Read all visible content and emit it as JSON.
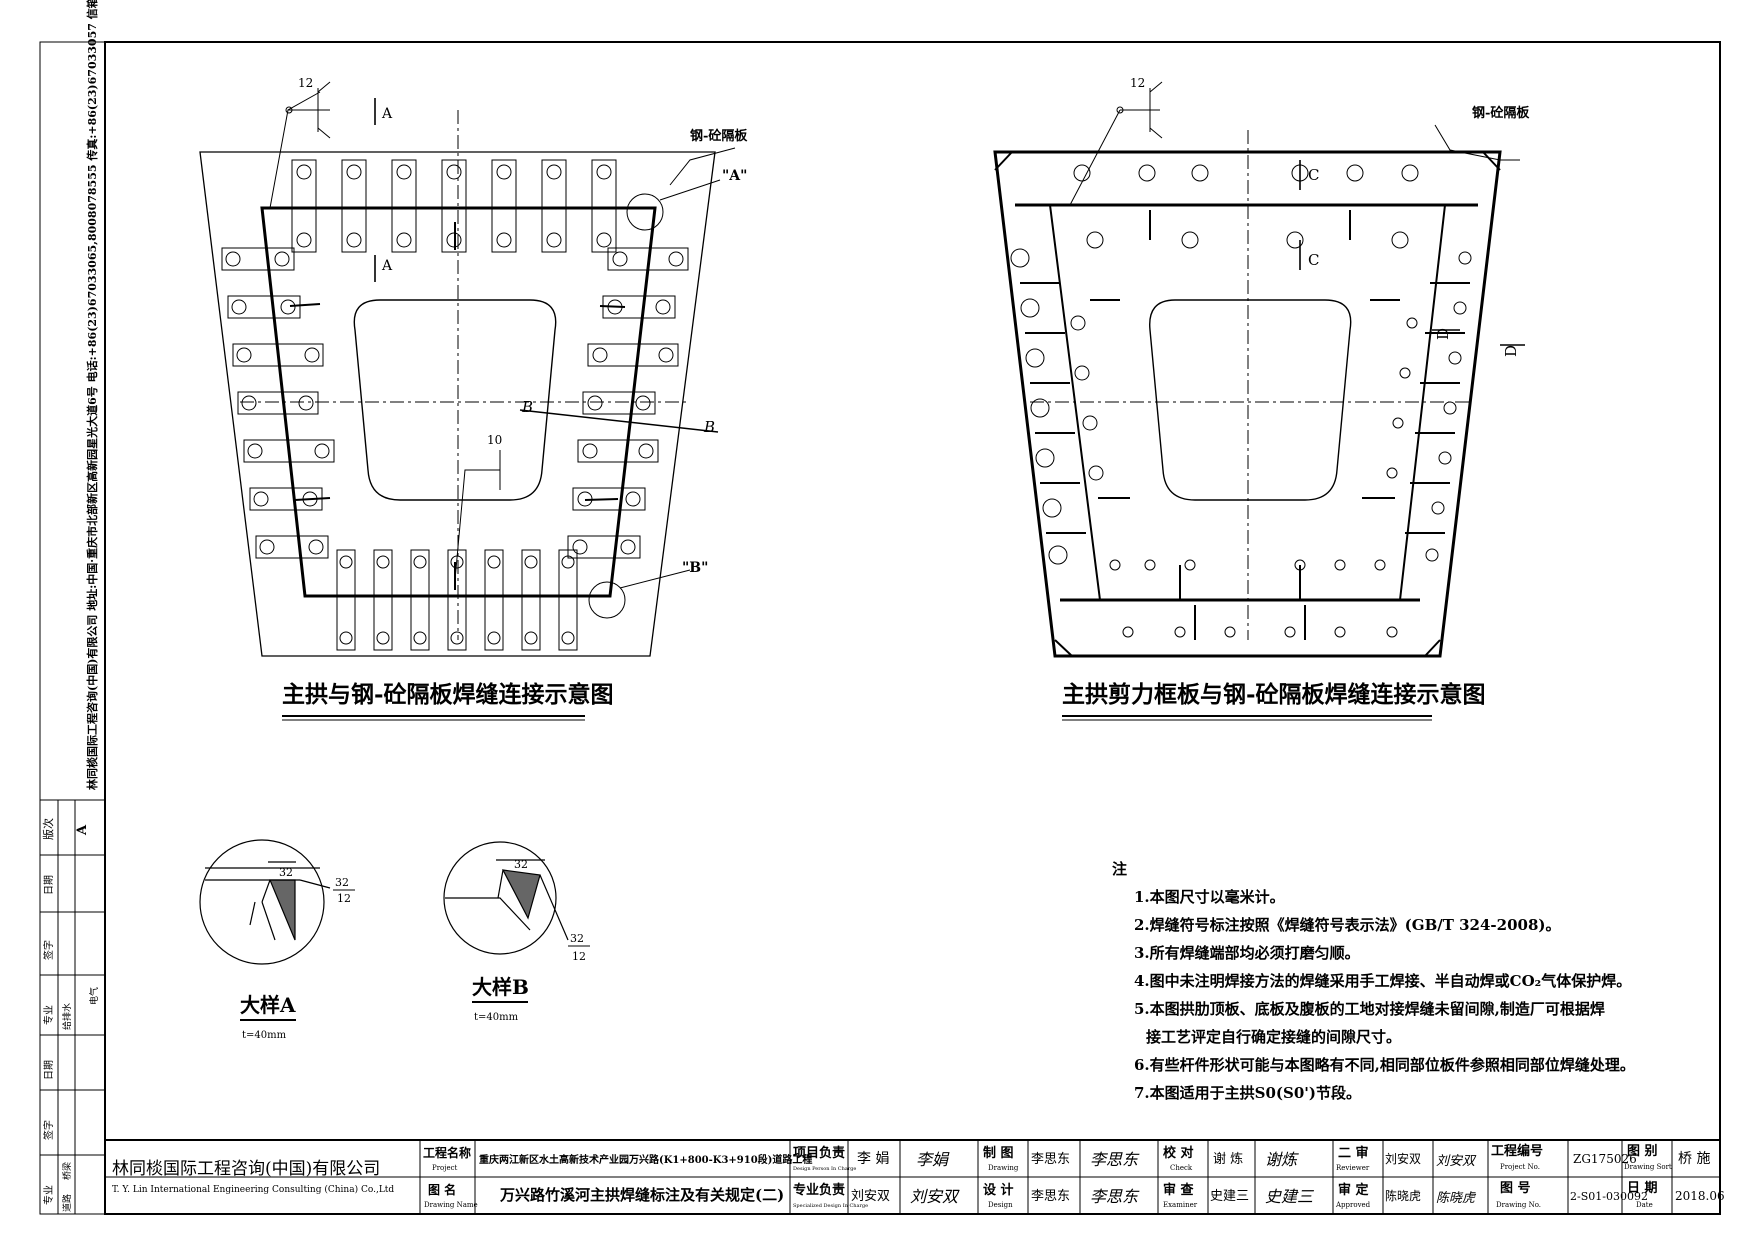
{
  "left_margin": {
    "firm_info": "林同棪国际工程咨询(中国)有限公司 地址:中国·重庆市北部新区高新园星光大道6号 电话:+86(23)67033065,8008078555 传真:+86(23)67033057 信箱:cq@tylin.com.cn",
    "col_labels": [
      "专业",
      "签字",
      "日期",
      "专业",
      "签字",
      "日期",
      "版次"
    ],
    "specialties": [
      "道路",
      "桥梁",
      "给排水",
      "电气"
    ],
    "revision": "A"
  },
  "left_drawing": {
    "title": "主拱与钢-砼隔板焊缝连接示意图",
    "label_steel_plate": "钢-砼隔板",
    "weld_size_top": "12",
    "weld_size_mid": "10",
    "section_a": "A",
    "section_b": "B",
    "callout_a": "\"A\"",
    "callout_b": "\"B\""
  },
  "right_drawing": {
    "title": "主拱剪力框板与钢-砼隔板焊缝连接示意图",
    "label_steel_plate": "钢-砼隔板",
    "weld_size_top": "12",
    "section_c": "C",
    "section_d": "D"
  },
  "detail_a": {
    "title": "大样A",
    "thickness": "t=40mm",
    "dim_top": "32",
    "weld_sym_top": "32",
    "weld_sym_bottom": "12"
  },
  "detail_b": {
    "title": "大样B",
    "thickness": "t=40mm",
    "dim_top": "32",
    "weld_sym_top": "32",
    "weld_sym_bottom": "12"
  },
  "notes": {
    "title": "注",
    "items": [
      "1.本图尺寸以毫米计。",
      "2.焊缝符号标注按照《焊缝符号表示法》(GB/T 324-2008)。",
      "3.所有焊缝端部均必须打磨匀顺。",
      "4.图中未注明焊接方法的焊缝采用手工焊接、半自动焊或CO₂气体保护焊。",
      "5.本图拱肋顶板、底板及腹板的工地对接焊缝未留间隙,制造厂可根据焊",
      "接工艺评定自行确定接缝的间隙尺寸。",
      "6.有些杆件形状可能与本图略有不同,相同部位板件参照相同部位焊缝处理。",
      "7.本图适用于主拱S0(S0')节段。"
    ]
  },
  "title_block": {
    "company_cn": "林同棪国际工程咨询(中国)有限公司",
    "company_en": "T. Y. Lin International Engineering Consulting (China) Co.,Ltd",
    "project_label": "工程名称",
    "project_label_en": "Project",
    "project_name": "重庆两江新区水土高新技术产业园万兴路(K1+800-K3+910段)道路工程",
    "drawing_label": "图 名",
    "drawing_label_en": "Drawing Name",
    "drawing_name": "万兴路竹溪河主拱焊缝标注及有关规定(二)",
    "pm_label": "项目负责",
    "pm_label_en": "Design Person In Charge",
    "pm_name": "李 娟",
    "pm_sign": "李娟",
    "spec_label": "专业负责",
    "spec_label_en": "Specialized Design In Charge",
    "spec_name": "刘安双",
    "spec_sign": "刘安双",
    "draw_label": "制 图",
    "draw_label_en": "Drawing",
    "draw_name": "李思东",
    "draw_sign": "李思东",
    "design_label": "设 计",
    "design_label_en": "Design",
    "design_name": "李思东",
    "design_sign": "李思东",
    "check_label": "校 对",
    "check_label_en": "Check",
    "check_name": "谢 炼",
    "check_sign": "谢炼",
    "exam_label": "审 查",
    "exam_label_en": "Examiner",
    "exam_name": "史建三",
    "exam_sign": "史建三",
    "review_label": "二 审",
    "review_label_en": "Reviewer",
    "review_name": "刘安双",
    "review_sign": "刘安双",
    "approve_label": "审 定",
    "approve_label_en": "Approved",
    "approve_name": "陈晓虎",
    "approve_sign": "陈晓虎",
    "projno_label": "工程编号",
    "projno_label_en": "Project No.",
    "project_no": "ZG175026",
    "sort_label": "图 别",
    "sort_label_en": "Drawing Sort",
    "sort_value": "桥 施",
    "drawno_label": "图 号",
    "drawno_label_en": "Drawing No.",
    "drawing_no": "2-S01-030092",
    "date_label": "日 期",
    "date_label_en": "Date",
    "date_value": "2018.06"
  }
}
